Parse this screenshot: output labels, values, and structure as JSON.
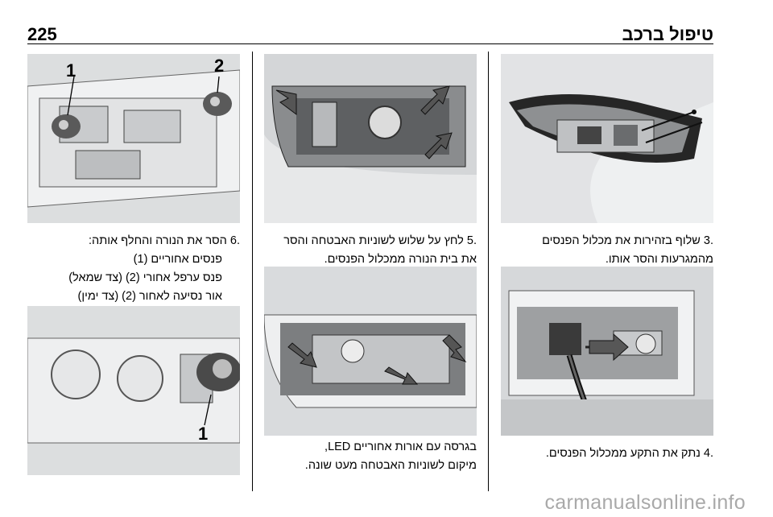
{
  "header": {
    "page_number": "225",
    "section_title": "טיפול ברכב"
  },
  "steps": {
    "s3": {
      "text_line1": ".3 שלוף בזהירות את מכלול הפנסים",
      "text_line2": "מהמגרעות והסר אותו."
    },
    "s4": {
      "text_line1": ".4 נתק את התקע ממכלול הפנסים."
    },
    "s5": {
      "text_line1": ".5 לחץ על שלוש לשוניות האבטחה והסר",
      "text_line2": "את בית הנורה ממכלול הפנסים."
    },
    "s5b": {
      "text_line1": "בגרסה עם אורות אחוריים LED,",
      "text_line2": "מיקום לשוניות האבטחה מעט שונה."
    },
    "s6": {
      "text_line1": ".6 הסר את הנורה והחלף אותה:",
      "item1": "פנסים אחוריים (1)",
      "item2": "פנס ערפל אחורי (2) (צד שמאל)",
      "item3": "אור נסיעה לאחור (2) (צד ימין)"
    }
  },
  "figures": {
    "fig6a": {
      "label1": "1",
      "label2": "2"
    },
    "fig6b": {
      "label1": "1"
    }
  },
  "watermark": "carmanualsonline.info",
  "colors": {
    "figure_bg": "#cfd1d4",
    "watermark": "#a9a9a9"
  }
}
